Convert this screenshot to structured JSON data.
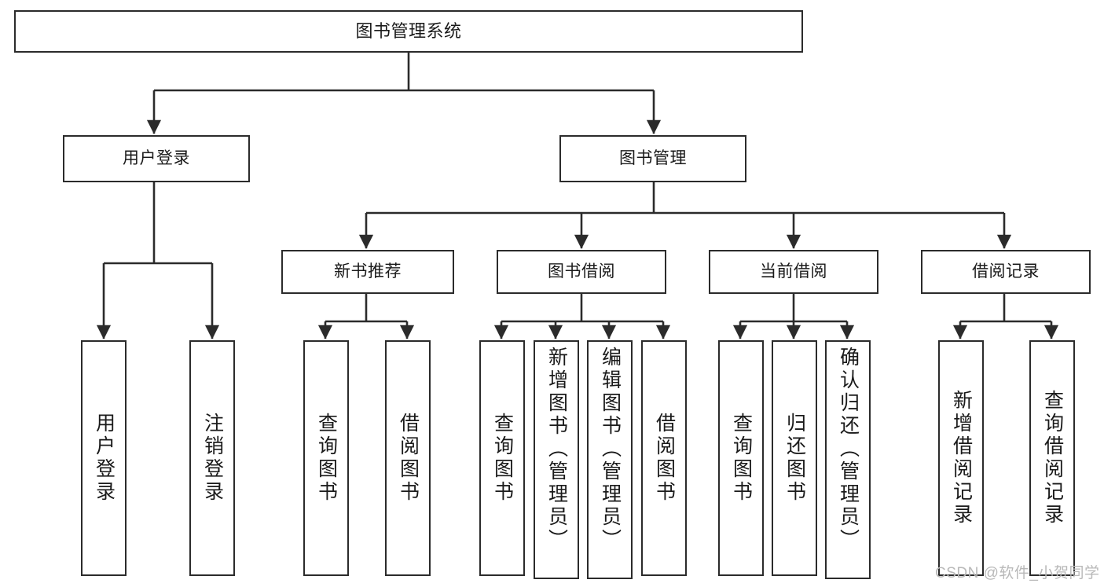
{
  "diagram": {
    "title": "图书管理系统",
    "type": "tree-hierarchy-chart",
    "stroke_color": "#2b2b2b",
    "background_color": "#ffffff",
    "text_color": "#1a1a1a",
    "nodes": {
      "root": {
        "label": "图书管理系统"
      },
      "level2": [
        {
          "label": "用户登录"
        },
        {
          "label": "图书管理"
        }
      ],
      "level3": [
        {
          "label": "新书推荐"
        },
        {
          "label": "图书借阅"
        },
        {
          "label": "当前借阅"
        },
        {
          "label": "借阅记录"
        }
      ],
      "leaves": [
        {
          "label": "用户登录",
          "parent": "用户登录"
        },
        {
          "label": "注销登录",
          "parent": "用户登录"
        },
        {
          "label": "查询图书",
          "parent": "新书推荐"
        },
        {
          "label": "借阅图书",
          "parent": "新书推荐"
        },
        {
          "label": "查询图书",
          "parent": "图书借阅"
        },
        {
          "label": "新增图书（管理员）",
          "parent": "图书借阅"
        },
        {
          "label": "编辑图书（管理员）",
          "parent": "图书借阅"
        },
        {
          "label": "借阅图书",
          "parent": "图书借阅"
        },
        {
          "label": "查询图书",
          "parent": "当前借阅"
        },
        {
          "label": "归还图书",
          "parent": "当前借阅"
        },
        {
          "label": "确认归还（管理员）",
          "parent": "当前借阅"
        },
        {
          "label": "新增借阅记录",
          "parent": "借阅记录"
        },
        {
          "label": "查询借阅记录",
          "parent": "借阅记录"
        }
      ]
    },
    "watermark": "CSDN @软件_小贺同学"
  }
}
